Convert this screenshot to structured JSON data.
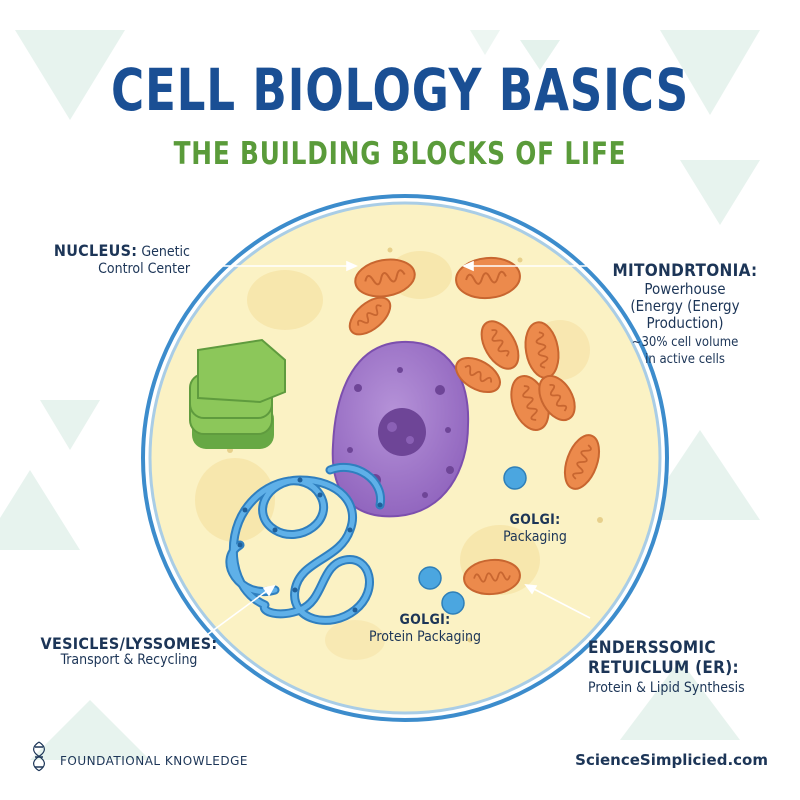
{
  "header": {
    "title": "CELL BIOLOGY BASICS",
    "subtitle": "THE BUILDING BLOCKS OF LIFE"
  },
  "labels": {
    "nucleus": {
      "name": "NUCLEUS:",
      "desc_1": "Genetic",
      "desc_2": "Control Center"
    },
    "mitochondria": {
      "name": "MITONDRTONIA:",
      "line_1": "Powerhouse",
      "line_2": "(Energy (Energy",
      "line_3": "Production)",
      "line_4": "~30% cell volume",
      "line_5": "in active cells"
    },
    "golgi_right": {
      "name": "GOLGI:",
      "desc": "Packaging"
    },
    "golgi_center": {
      "name": "GOLGI:",
      "desc": "Protein Packaging"
    },
    "vesicles": {
      "name": "VESICLES/LYSSOMES:",
      "desc": "Transport & Recycling"
    },
    "er": {
      "name_1": "ENDERSSOMIC",
      "name_2": "RETUICLUM (ER):",
      "desc": "Protein & Lipid Synthesis"
    }
  },
  "footer": {
    "left_text": "FOUNDATIONAL KNOWLEDGE",
    "right_text": "ScienceSimplicied.com"
  },
  "icons": [
    "dna-icon"
  ],
  "colors": {
    "title": "#1a4f94",
    "subtitle": "#5a9b3a",
    "membrane": "#3c8ccc",
    "cytoplasm": "#fbf2c4",
    "nucleus": "#9a6fc2",
    "mitochondria": "#ec8a4c",
    "chloroplast": "#8cc75a",
    "er": "#4a9ad8",
    "vesicle": "#4ba6e0"
  }
}
